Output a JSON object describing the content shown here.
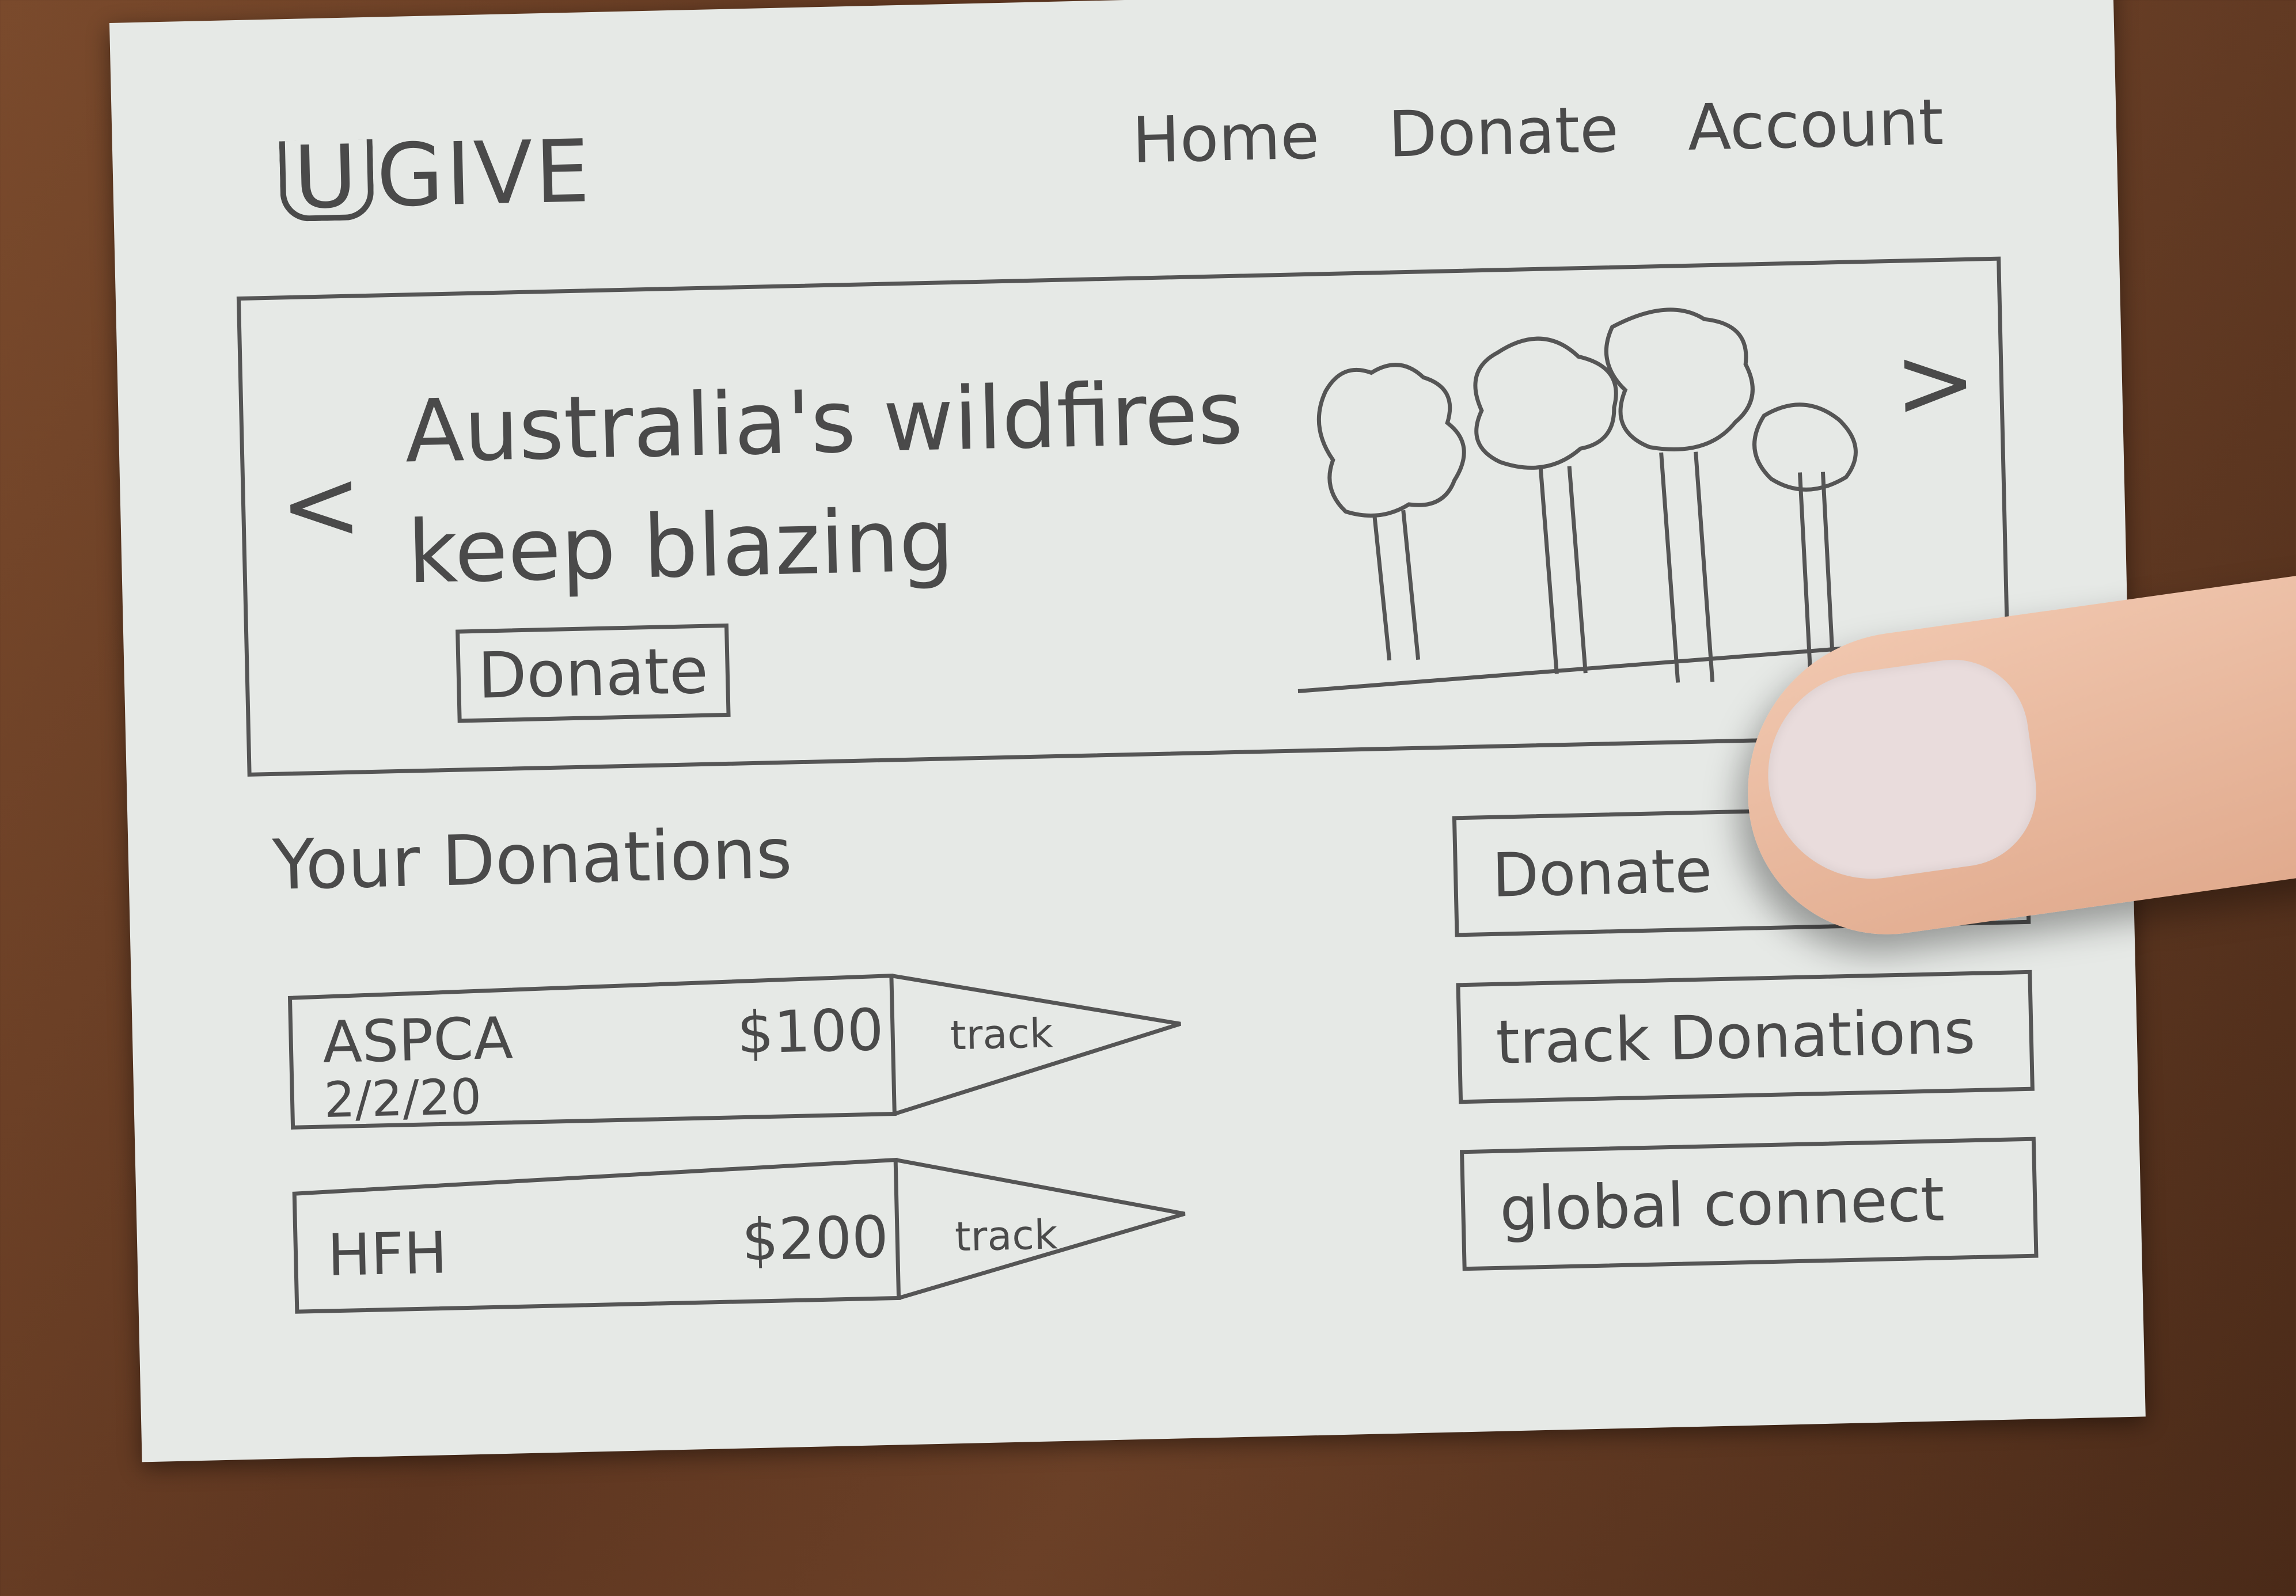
{
  "header": {
    "logo_u": "U",
    "logo_rest": "GIVE",
    "nav": [
      "Home",
      "Donate",
      "Account"
    ]
  },
  "hero": {
    "title": "Australia's wildfires keep blazing",
    "prev_arrow": "<",
    "next_arrow": ">",
    "donate_label": "Donate"
  },
  "donations": {
    "title": "Your Donations",
    "items": [
      {
        "org": "ASPCA",
        "amount": "$100",
        "date": "2/2/20",
        "track": "track"
      },
      {
        "org": "HFH",
        "amount": "$200",
        "date": "",
        "track": "track"
      }
    ]
  },
  "side_buttons": [
    "Donate",
    "track Donations",
    "global connect"
  ]
}
